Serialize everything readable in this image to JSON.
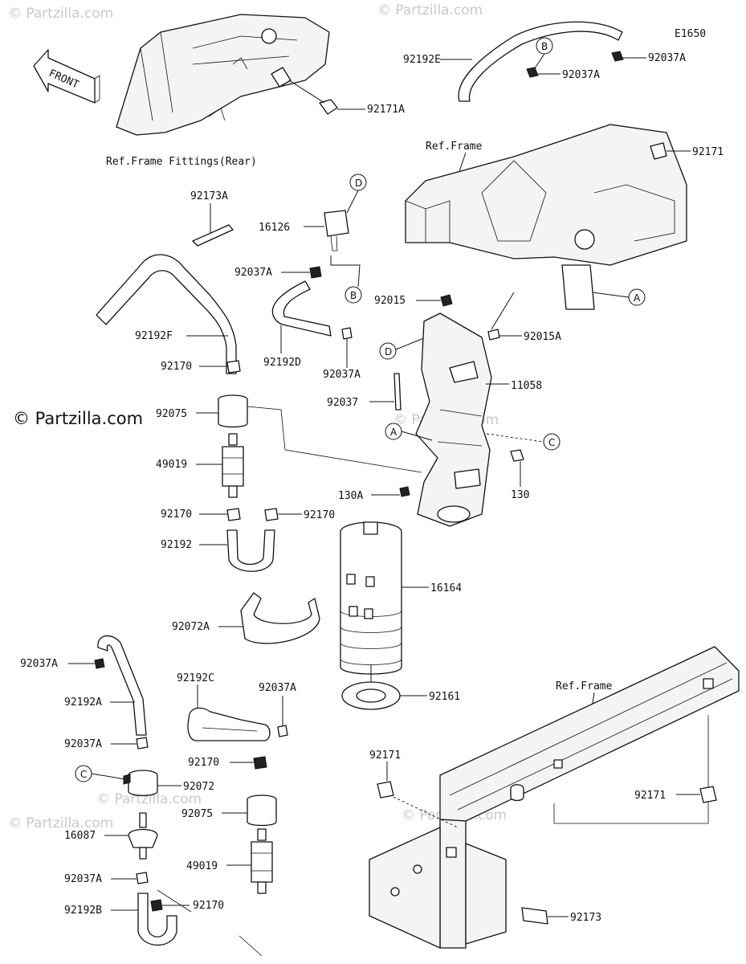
{
  "diagram_code": "E1650",
  "front_label": "FRONT",
  "watermark_main": "© Partzilla.com",
  "watermark_faded": "© Partzilla.com",
  "refs": {
    "frame_rear": "Ref.Frame Fittings(Rear)",
    "frame_top": "Ref.Frame",
    "frame_bottom": "Ref.Frame"
  },
  "circle_refs": [
    "A",
    "B",
    "C",
    "D"
  ],
  "parts": {
    "p92192E": "92192E",
    "p92037A_1": "92037A",
    "p92037A_2": "92037A",
    "p92171A": "92171A",
    "p92171_top": "92171",
    "p92173A": "92173A",
    "p16126": "16126",
    "p92037A_3": "92037A",
    "p92015": "92015",
    "p92015A": "92015A",
    "p92192F": "92192F",
    "p92192D": "92192D",
    "p92037A_4": "92037A",
    "p92170_1": "92170",
    "p92037": "92037",
    "p11058": "11058",
    "p92075_1": "92075",
    "p49019_1": "49019",
    "p130": "130",
    "p130A": "130A",
    "p92170_2": "92170",
    "p92170_3": "92170",
    "p92192": "92192",
    "p16164": "16164",
    "p92072A": "92072A",
    "p92037A_5": "92037A",
    "p92192C": "92192C",
    "p92037A_6": "92037A",
    "p92161": "92161",
    "p92192A": "92192A",
    "p92037A_7": "92037A",
    "p92170_4": "92170",
    "p92072": "92072",
    "p92075_2": "92075",
    "p16087": "16087",
    "p49019_2": "49019",
    "p92037A_8": "92037A",
    "p92192B": "92192B",
    "p92170_5": "92170",
    "p92171_l": "92171",
    "p92171_r": "92171",
    "p92173": "92173"
  }
}
